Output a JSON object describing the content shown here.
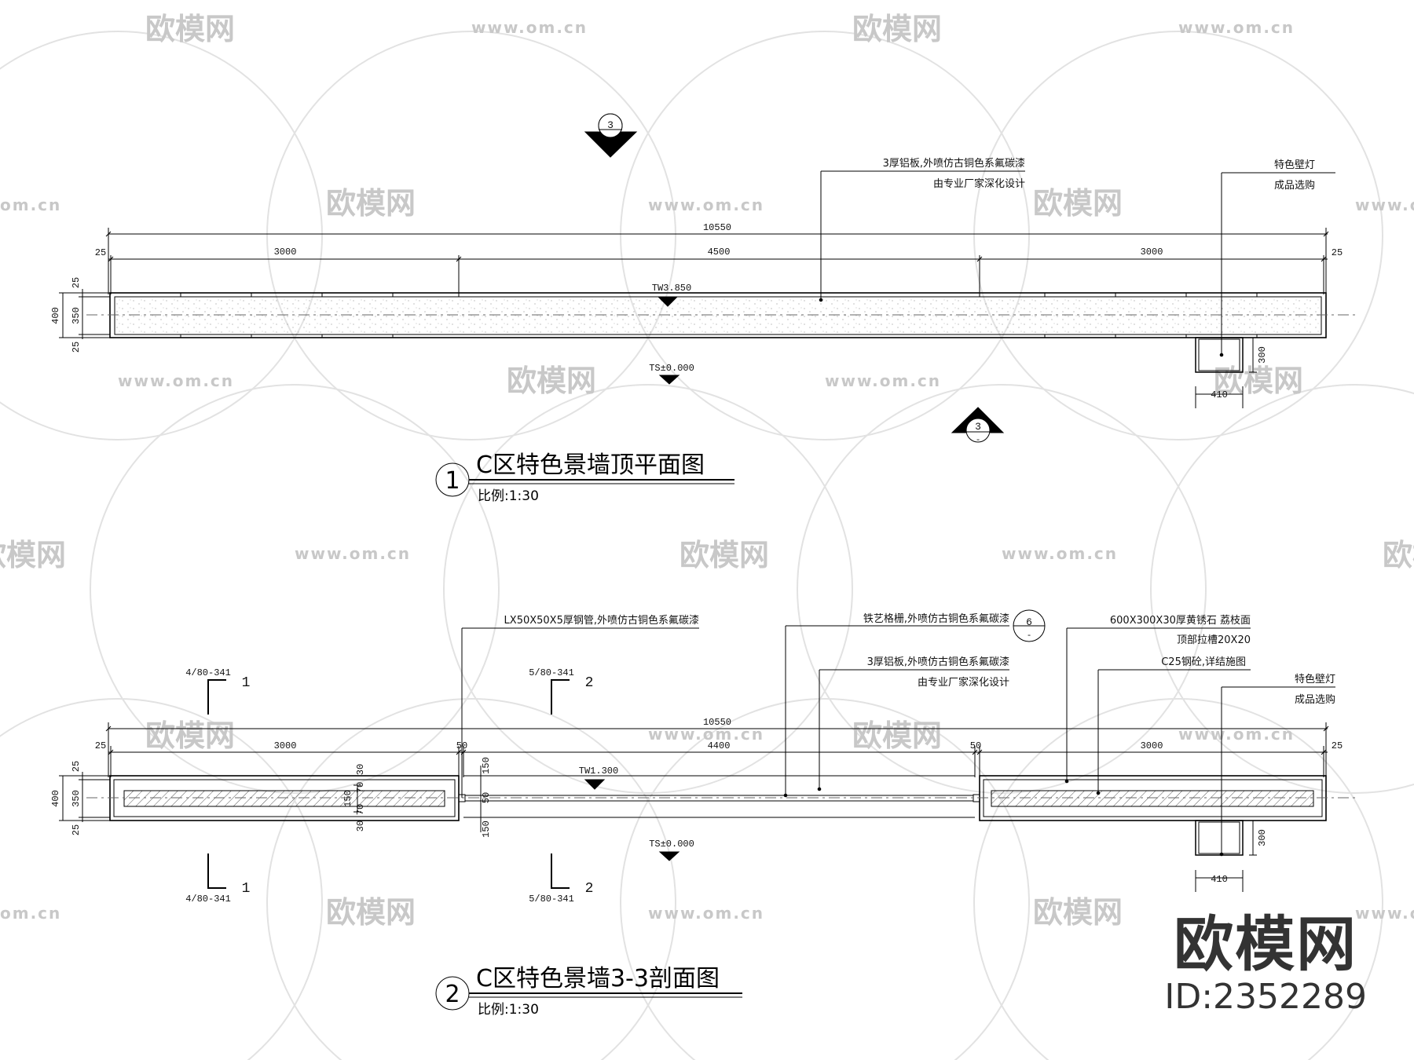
{
  "watermark": {
    "logo_text": "欧模网",
    "url": "www.om.cn",
    "url_short": "om.cn"
  },
  "brand": {
    "name": "欧模网",
    "id": "ID:2352289"
  },
  "plan": {
    "number": "1",
    "title": "C区特色景墙顶平面图",
    "scale": "比例:1:30",
    "dim_total": "10550",
    "dim_left_edge": "25",
    "dim_right_edge": "25",
    "dim_left": "3000",
    "dim_mid": "4500",
    "dim_right": "3000",
    "dim_height": "400",
    "dim_inner": "350",
    "dim_top": "25",
    "dim_bottom": "25",
    "tw_label": "TW3.850",
    "ts_label": "TS±0.000",
    "lamp_w": "410",
    "lamp_h": "300",
    "section_mark_num": "3",
    "section_mark_sub": "-",
    "note_panel_1": "3厚铝板,外喷仿古铜色系氟碳漆",
    "note_panel_2": "由专业厂家深化设计",
    "note_lamp_1": "特色壁灯",
    "note_lamp_2": "成品选购"
  },
  "section": {
    "number": "2",
    "title": "C区特色景墙3-3剖面图",
    "scale": "比例:1:30",
    "dim_total": "10550",
    "dim_left_edge": "25",
    "dim_right_edge": "25",
    "dim_left": "3000",
    "dim_gap_l": "50",
    "dim_mid": "4400",
    "dim_gap_r": "50",
    "dim_right": "3000",
    "dim_height": "400",
    "dim_inner": "350",
    "dim_top": "25",
    "dim_bottom": "25",
    "dim_v150a": "150",
    "dim_v50": "50",
    "dim_v150b": "150",
    "dim_s30a": "30",
    "dim_s70a": "70",
    "dim_s150": "150",
    "dim_s70b": "70",
    "dim_s30b": "30",
    "tw_label": "TW1.300",
    "ts_label": "TS±0.000",
    "lamp_w": "410",
    "lamp_h": "300",
    "cut1_ref": "4/80-341",
    "cut1_num": "1",
    "cut2_ref": "5/80-341",
    "cut2_num": "2",
    "detail_mark_num": "6",
    "detail_mark_sub": "-",
    "note_tube": "LX50X50X5厚钢管,外喷仿古铜色系氟碳漆",
    "note_grille": "铁艺格栅,外喷仿古铜色系氟碳漆",
    "note_panel_1": "3厚铝板,外喷仿古铜色系氟碳漆",
    "note_panel_2": "由专业厂家深化设计",
    "note_stone_1": "600X300X30厚黄锈石 荔枝面",
    "note_stone_2": "顶部拉槽20X20",
    "note_concrete": "C25钢砼,详结施图",
    "note_lamp_1": "特色壁灯",
    "note_lamp_2": "成品选购"
  }
}
